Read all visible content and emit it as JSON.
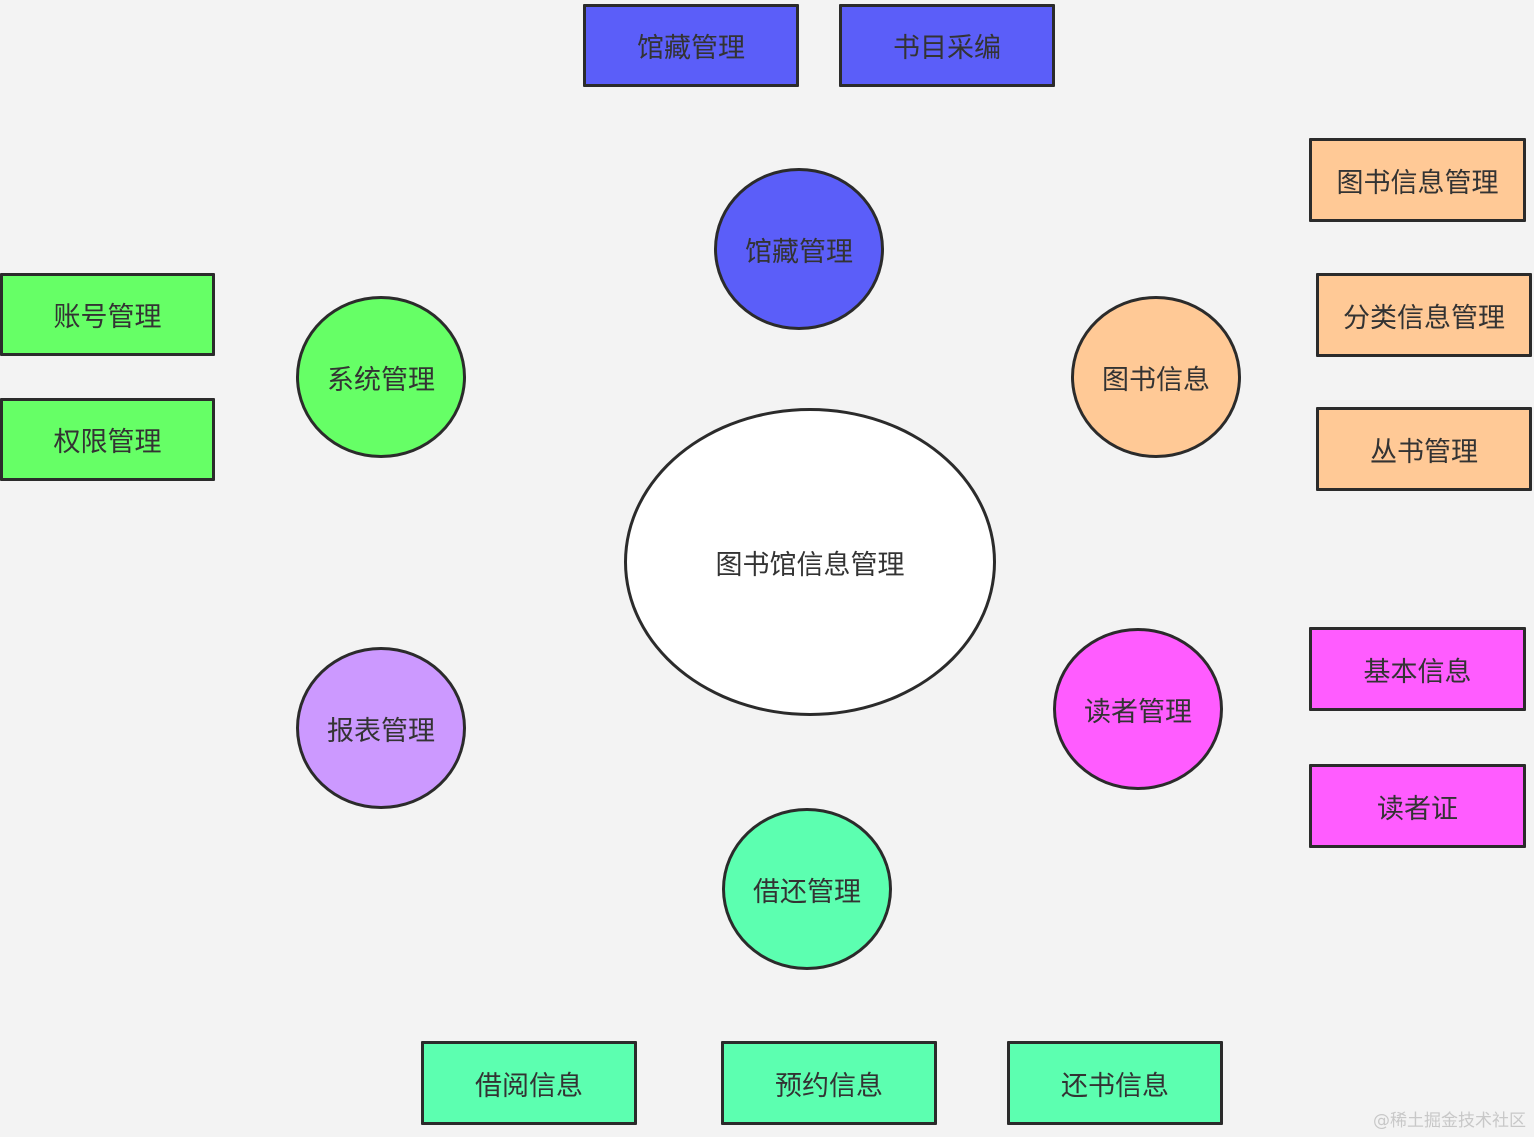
{
  "colors": {
    "background": "#f3f3f3",
    "center": "#ffffff",
    "collection": "#5b5ef9",
    "system": "#66ff66",
    "book_info": "#ffc996",
    "report": "#cc99ff",
    "reader": "#ff5cff",
    "borrow": "#5cffb0"
  },
  "center": {
    "label": "图书馆信息管理"
  },
  "modules": {
    "collection": {
      "label": "馆藏管理",
      "color": "#5b5ef9",
      "children": [
        "馆藏管理",
        "书目采编"
      ]
    },
    "system": {
      "label": "系统管理",
      "color": "#66ff66",
      "children": [
        "账号管理",
        "权限管理"
      ]
    },
    "book_info": {
      "label": "图书信息",
      "color": "#ffc996",
      "children": [
        "图书信息管理",
        "分类信息管理",
        "丛书管理"
      ]
    },
    "report": {
      "label": "报表管理",
      "color": "#cc99ff",
      "children": []
    },
    "reader": {
      "label": "读者管理",
      "color": "#ff5cff",
      "children": [
        "基本信息",
        "读者证"
      ]
    },
    "borrow": {
      "label": "借还管理",
      "color": "#5cffb0",
      "children": [
        "借阅信息",
        "预约信息",
        "还书信息"
      ]
    }
  },
  "watermark": "@稀土掘金技术社区"
}
